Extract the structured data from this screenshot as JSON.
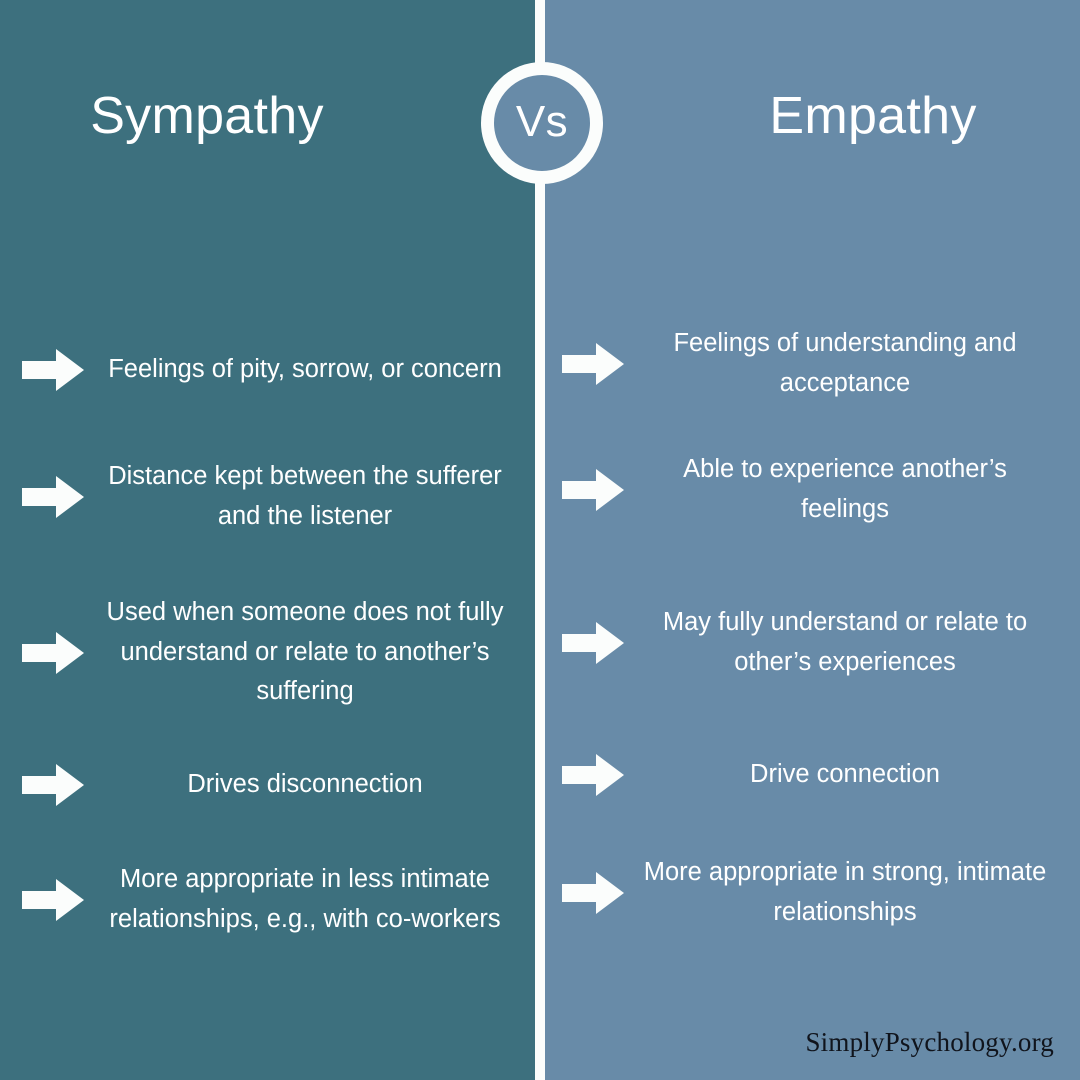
{
  "badge": {
    "label": "Vs"
  },
  "columns": [
    {
      "key": "sympathy",
      "title": "Sympathy",
      "background": "#3d707e",
      "items": [
        "Feelings of pity, sorrow, or concern",
        "Distance kept between the sufferer and the listener",
        "Used when someone does not fully understand or relate to another’s suffering",
        "Drives disconnection",
        "More appropriate in less intimate relationships, e.g., with co-workers"
      ]
    },
    {
      "key": "empathy",
      "title": "Empathy",
      "background": "#688ba8",
      "items": [
        "Feelings of understanding and acceptance",
        "Able to experience another’s feelings",
        "May fully understand or relate to other’s experiences",
        "Drive connection",
        "More appropriate in strong, intimate relationships"
      ]
    }
  ],
  "brand": {
    "text": "SimplyPsychology.org"
  },
  "colors": {
    "left_panel": "#3d707e",
    "right_panel": "#688ba8",
    "divider": "#fbfdfc",
    "text": "#ffffff",
    "brand_text": "#10141c"
  },
  "icons": {
    "bullet_arrow": "arrow-right-icon"
  }
}
